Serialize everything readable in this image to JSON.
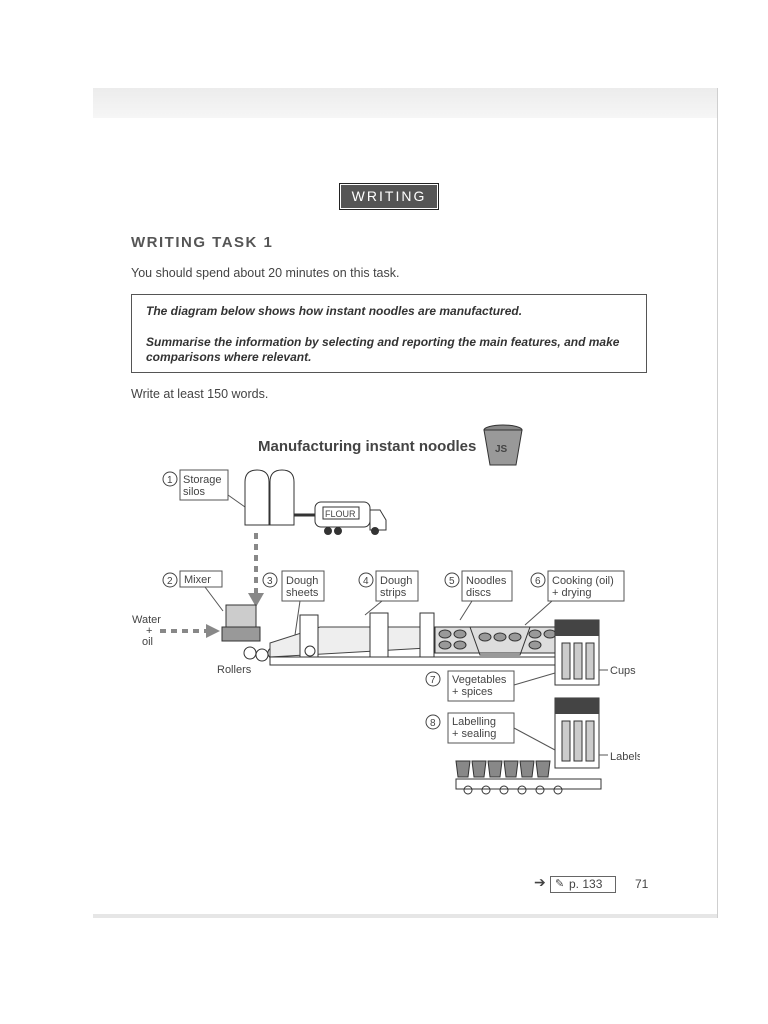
{
  "header": {
    "section": "WRITING"
  },
  "task": {
    "title": "WRITING TASK 1",
    "instruction": "You should spend about 20 minutes on this task.",
    "box_line1": "The diagram below shows how instant noodles are manufactured.",
    "box_line2": "Summarise the information by selecting and reporting the main features, and make comparisons where relevant.",
    "word_count": "Write at least 150 words."
  },
  "diagram": {
    "title": "Manufacturing instant noodles",
    "truck_label": "FLOUR",
    "steps": [
      {
        "num": "①",
        "line1": "Storage",
        "line2": "silos"
      },
      {
        "num": "②",
        "line1": "Mixer",
        "line2": ""
      },
      {
        "num": "③",
        "line1": "Dough",
        "line2": "sheets"
      },
      {
        "num": "④",
        "line1": "Dough",
        "line2": "strips"
      },
      {
        "num": "⑤",
        "line1": "Noodles",
        "line2": "discs"
      },
      {
        "num": "⑥",
        "line1": "Cooking (oil)",
        "line2": "+ drying"
      },
      {
        "num": "⑦",
        "line1": "Vegetables",
        "line2": "+ spices"
      },
      {
        "num": "⑧",
        "line1": "Labelling",
        "line2": "+ sealing"
      }
    ],
    "inputs": {
      "water": "Water",
      "plus": "+",
      "oil": "oil"
    },
    "rollers": "Rollers",
    "cups": "Cups",
    "labels": "Labels"
  },
  "footer": {
    "arrow": "➔",
    "pencil": "✎",
    "page_ref": "p. 133",
    "page_number": "71"
  }
}
